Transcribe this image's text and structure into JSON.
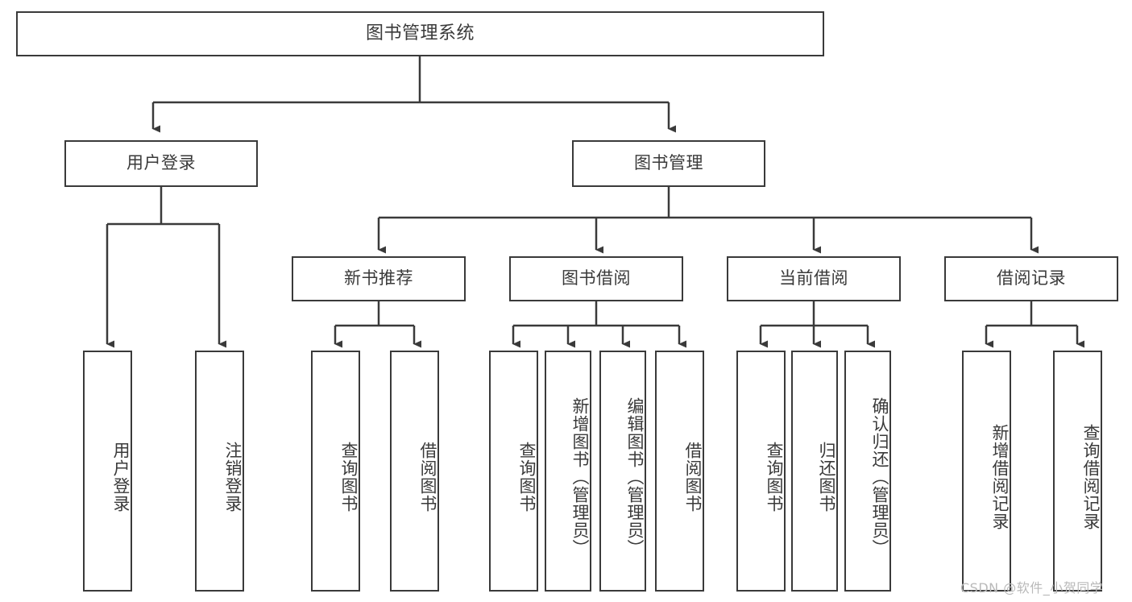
{
  "diagram": {
    "type": "tree-hierarchy-flowchart",
    "title": "图书管理系统",
    "root": {
      "label": "图书管理系统"
    },
    "level2": [
      {
        "id": "user-login",
        "label": "用户登录"
      },
      {
        "id": "book-management",
        "label": "图书管理"
      }
    ],
    "level3": [
      {
        "id": "new-book-recommend",
        "label": "新书推荐",
        "parent": "book-management"
      },
      {
        "id": "book-borrow",
        "label": "图书借阅",
        "parent": "book-management"
      },
      {
        "id": "current-borrow",
        "label": "当前借阅",
        "parent": "book-management"
      },
      {
        "id": "borrow-record",
        "label": "借阅记录",
        "parent": "book-management"
      }
    ],
    "leaves": {
      "user_login": [
        {
          "id": "leaf-user-login",
          "label": "用户登录"
        },
        {
          "id": "leaf-logout-login",
          "label": "注销登录"
        }
      ],
      "new_book_recommend": [
        {
          "id": "leaf-query-book-1",
          "label": "查询图书"
        },
        {
          "id": "leaf-borrow-book-1",
          "label": "借阅图书"
        }
      ],
      "book_borrow": [
        {
          "id": "leaf-query-book-2",
          "label": "查询图书"
        },
        {
          "id": "leaf-add-book",
          "label": "新增图书（管理员）"
        },
        {
          "id": "leaf-edit-book",
          "label": "编辑图书（管理员）"
        },
        {
          "id": "leaf-borrow-book-2",
          "label": "借阅图书"
        }
      ],
      "current_borrow": [
        {
          "id": "leaf-query-book-3",
          "label": "查询图书"
        },
        {
          "id": "leaf-return-book",
          "label": "归还图书"
        },
        {
          "id": "leaf-confirm-return",
          "label": "确认归还（管理员）"
        }
      ],
      "borrow_record": [
        {
          "id": "leaf-add-record",
          "label": "新增借阅记录"
        },
        {
          "id": "leaf-query-record",
          "label": "查询借阅记录"
        }
      ]
    },
    "colors": {
      "stroke": "#3a3a3a",
      "fill": "#ffffff",
      "text": "#3a3a3a",
      "watermark": "#b9b9b9"
    }
  },
  "watermark": {
    "text": "CSDN @软件_小贺同学"
  }
}
